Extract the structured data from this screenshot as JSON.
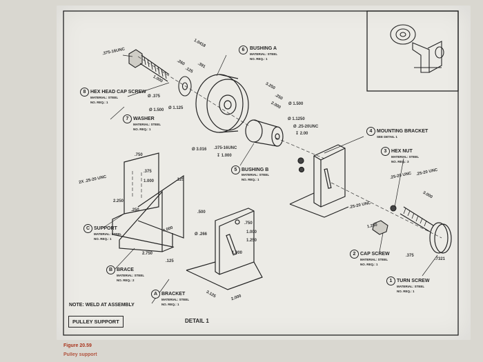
{
  "parts": [
    {
      "num": "6",
      "name": "BUSHING A",
      "material": "MATERIAL: STEEL",
      "req": "NO. REQ.: 1"
    },
    {
      "num": "8",
      "name": "HEX HEAD CAP SCREW",
      "material": "MATERIAL: STEEL",
      "req": "NO. REQ.: 1"
    },
    {
      "num": "7",
      "name": "WASHER",
      "material": "MATERIAL: STEEL",
      "req": "NO. REQ.: 1"
    },
    {
      "num": "4",
      "name": "MOUNTING BRACKET",
      "material": "SEE DETAIL 1",
      "req": ""
    },
    {
      "num": "3",
      "name": "HEX NUT",
      "material": "MATERIAL: STEEL",
      "req": "NO. REQ.: 3"
    },
    {
      "num": "5",
      "name": "BUSHING B",
      "material": "MATERIAL: STEEL",
      "req": "NO. REQ.: 1"
    },
    {
      "num": "C",
      "name": "SUPPORT",
      "material": "MATERIAL: STEEL",
      "req": "NO. REQ.: 1"
    },
    {
      "num": "B",
      "name": "BRACE",
      "material": "MATERIAL: STEEL",
      "req": "NO. REQ.: 2"
    },
    {
      "num": "A",
      "name": "BRACKET",
      "material": "MATERIAL: STEEL",
      "req": "NO. REQ.: 1"
    },
    {
      "num": "2",
      "name": "CAP SCREW",
      "material": "MATERIAL: STEEL",
      "req": "NO. REQ.: 1"
    },
    {
      "num": "1",
      "name": "TURN SCREW",
      "material": "MATERIAL: STEEL",
      "req": "NO. REQ.: 1"
    }
  ],
  "dims": [
    ".375-16UNC",
    "1.000",
    "1.0418",
    ".260",
    ".391",
    ".125",
    "3.250",
    ".250",
    "2.000",
    "Ø 1.500",
    "Ø 1.1250",
    "Ø .25-20UNC",
    "↧ 2.00",
    "Ø .375",
    "Ø 1.500",
    "Ø 1.125",
    "Ø 3.016",
    ".375-16UNC",
    "↧ 1.000",
    ".750",
    "2X .25-20 UNC",
    ".375",
    "1.000",
    ".125",
    "2.250",
    ".250",
    "4.000",
    "2.750",
    ".125",
    ".500",
    "Ø .266",
    ".750",
    "1.000",
    "1.250",
    "1.000",
    "3.125",
    "2.000",
    ".25-20 UNC",
    ".25-20 UNC",
    "3.000",
    ".25-20 UNC",
    "1.250",
    ".375",
    ".7321"
  ],
  "note": "NOTE: WELD AT ASSEMBLY",
  "title_block": "PULLEY SUPPORT",
  "detail_label": "DETAIL 1",
  "figure_number": "Figure 20.59",
  "figure_caption": "Pulley support"
}
